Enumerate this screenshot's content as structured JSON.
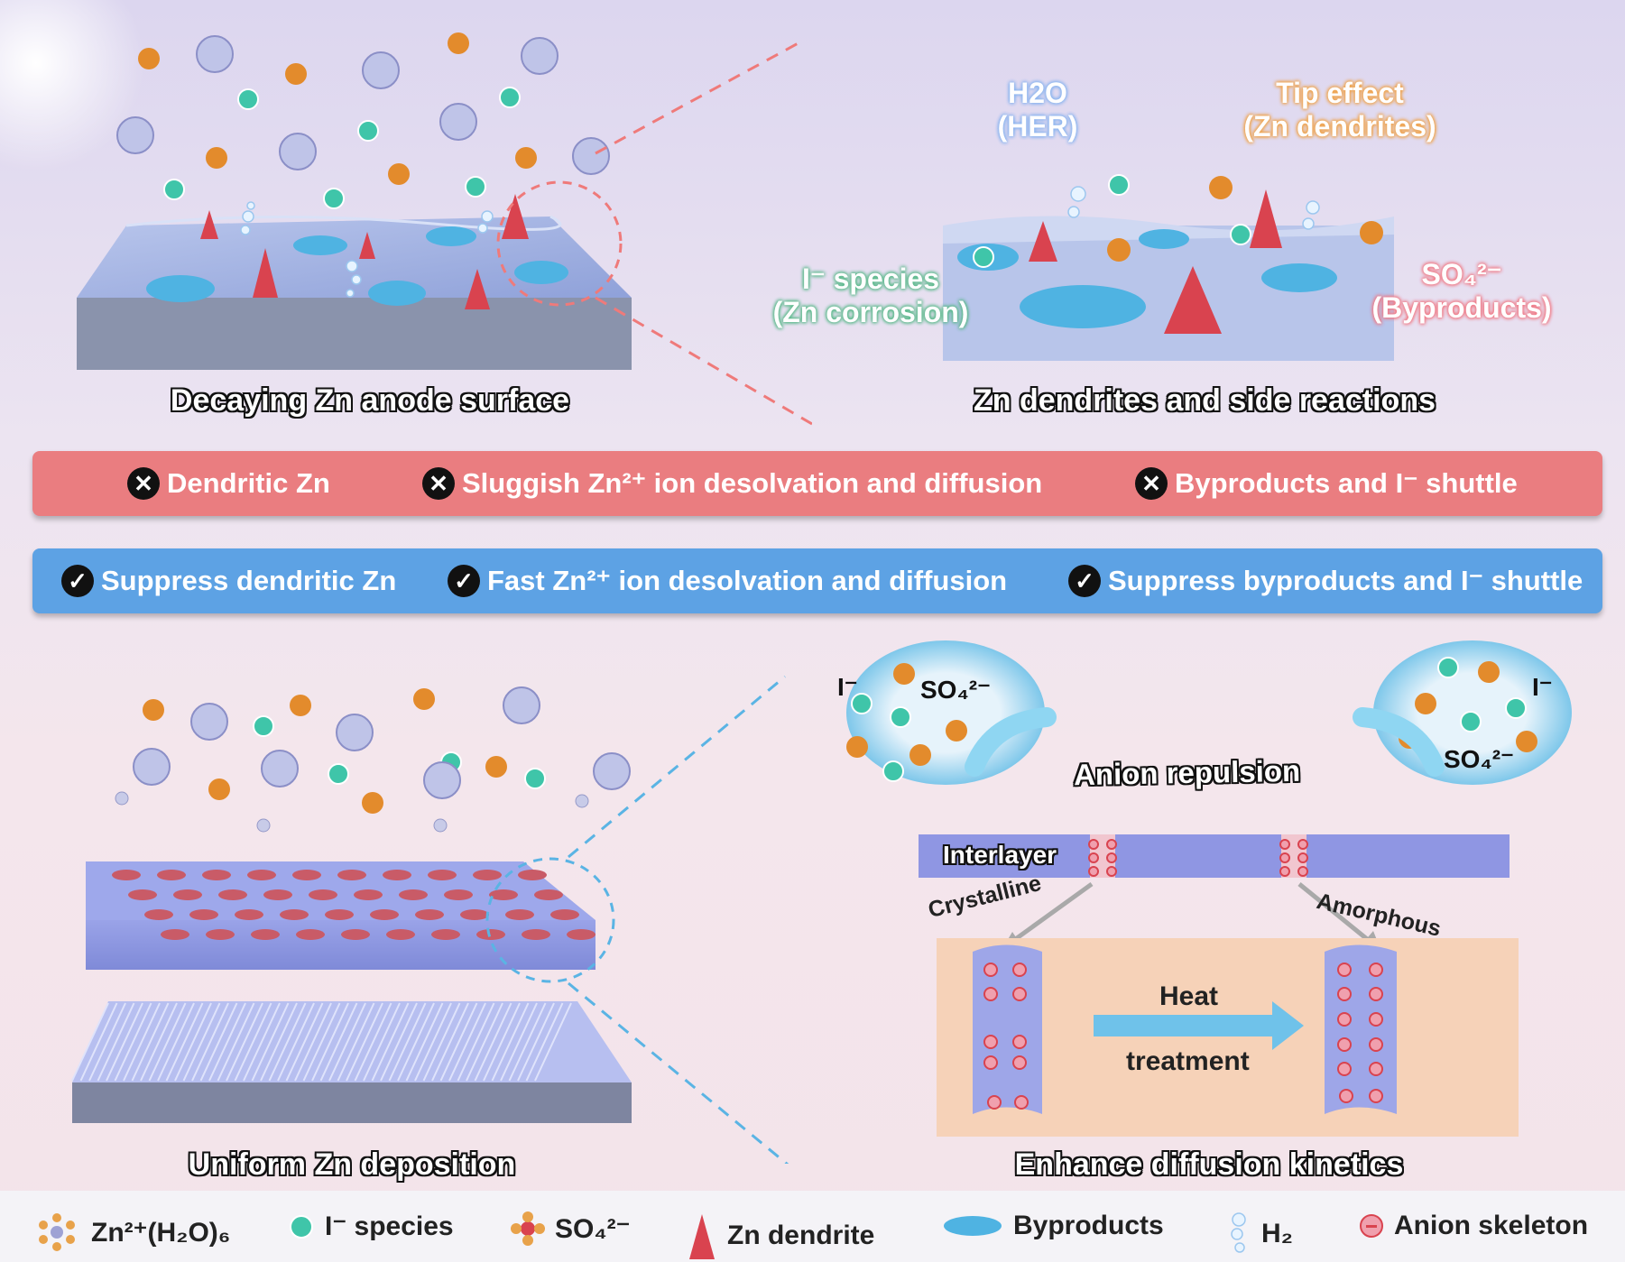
{
  "panels": {
    "top_left_caption": "Decaying Zn anode surface",
    "top_right_caption": "Zn dendrites and side reactions",
    "bottom_left_caption": "Uniform Zn deposition",
    "bottom_right_caption": "Enhance diffusion kinetics"
  },
  "callouts": {
    "h2o": "H2O",
    "h2o_sub": "(HER)",
    "tip_effect": "Tip effect",
    "tip_effect_sub": "(Zn dendrites)",
    "i_species": "I⁻ species",
    "i_species_sub": "(Zn corrosion)",
    "so4": "SO₄²⁻",
    "so4_sub": "(Byproducts)"
  },
  "problems": [
    {
      "icon": "x-icon",
      "text": "Dendritic Zn"
    },
    {
      "icon": "x-icon",
      "text": "Sluggish Zn²⁺ ion desolvation and diffusion"
    },
    {
      "icon": "x-icon",
      "text": "Byproducts and I⁻ shuttle"
    }
  ],
  "solutions": [
    {
      "icon": "check-icon",
      "text": "Suppress dendritic Zn"
    },
    {
      "icon": "check-icon",
      "text": "Fast Zn²⁺ ion desolvation and diffusion"
    },
    {
      "icon": "check-icon",
      "text": "Suppress byproducts and I⁻ shuttle"
    }
  ],
  "mechanism": {
    "anion_repulsion": "Anion repulsion",
    "interlayer": "Interlayer",
    "crystalline": "Crystalline",
    "amorphous": "Amorphous",
    "heat": "Heat",
    "treatment": "treatment",
    "bubble_left_i": "I⁻",
    "bubble_left_so4": "SO₄²⁻",
    "bubble_right_i": "I⁻",
    "bubble_right_so4": "SO₄²⁻"
  },
  "legend": [
    {
      "icon": "zn-hydrate-icon",
      "label": "Zn²⁺(H₂O)₆"
    },
    {
      "icon": "i-species-icon",
      "label": "I⁻ species"
    },
    {
      "icon": "so4-icon",
      "label": "SO₄²⁻"
    },
    {
      "icon": "zn-dendrite-icon",
      "label": "Zn dendrite"
    },
    {
      "icon": "byproduct-icon",
      "label": "Byproducts"
    },
    {
      "icon": "h2-icon",
      "label": "H₂"
    },
    {
      "icon": "anion-skeleton-icon",
      "label": "Anion skeleton"
    }
  ],
  "colors": {
    "problem_banner": "#ea7d80",
    "solution_banner": "#5da2e4",
    "i_species": "#3fc5a9",
    "so4": "#e38b2c",
    "dendrite": "#d9434f",
    "byproduct": "#4fb3e2",
    "h2o_callout": "#8ab4ef",
    "tip_callout": "#f0a34a",
    "i_callout": "#59b98a",
    "so4_callout": "#f07a86"
  }
}
